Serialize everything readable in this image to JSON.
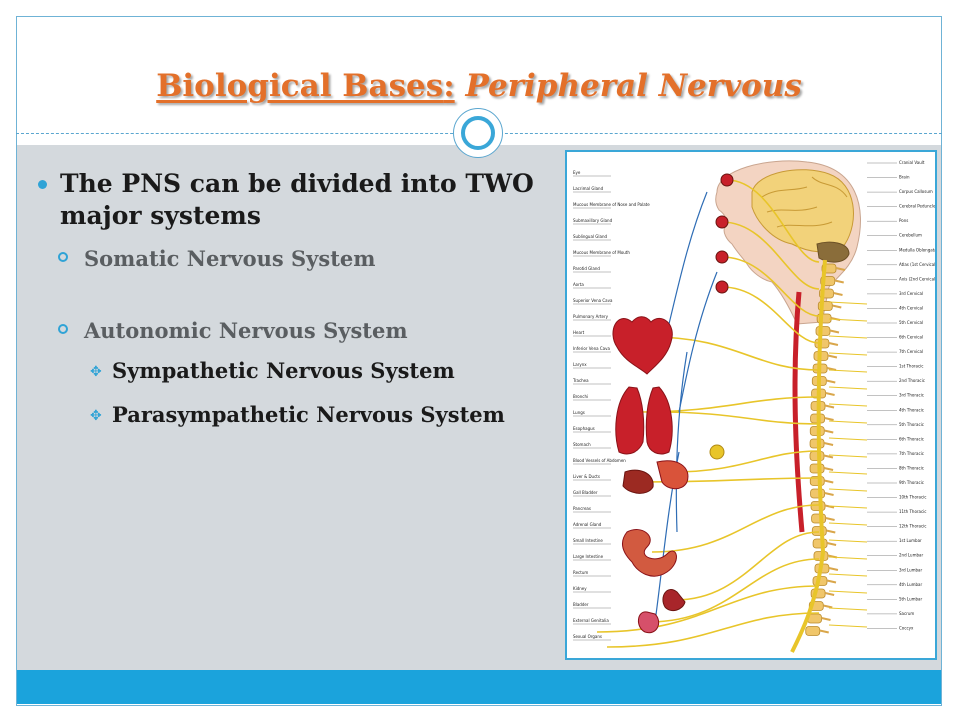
{
  "slide": {
    "title_part1": "Biological Bases",
    "title_colon": ":",
    "title_part2": " Peripheral Nervous"
  },
  "content": {
    "bullet1": "The PNS can be divided into TWO major systems",
    "sub1": "Somatic Nervous System",
    "sub2": "Autonomic Nervous System",
    "subsub1": "Sympathetic Nervous System",
    "subsub2": "Parasympathetic Nervous System"
  },
  "figure": {
    "left_labels": [
      "Eye",
      "Lacrimal Gland",
      "Mucous Membrane of Nose and Palate",
      "Submaxillary Gland",
      "Sublingual Gland",
      "Mucous Membrane of Mouth",
      "Parotid Gland",
      "Aorta",
      "Superior Vena Cava",
      "Pulmonary Artery",
      "Heart",
      "Inferior Vena Cava",
      "Larynx",
      "Trachea",
      "Bronchi",
      "Lungs",
      "Esophagus",
      "Stomach",
      "Blood Vessels of Abdomen",
      "Liver & Ducts",
      "Gall Bladder",
      "Pancreas",
      "Adrenal Gland",
      "Small Intestine",
      "Large Intestine",
      "Rectum",
      "Kidney",
      "Bladder",
      "External Genitalia",
      "Sexual Organs"
    ],
    "right_labels": [
      "Cranial Vault",
      "Brain",
      "Corpus Callosum",
      "Cerebral Peduncle",
      "Pons",
      "Cerebellum",
      "Medulla Oblongata",
      "Atlas (1st Cervical)",
      "Axis (2nd Cervical)",
      "3rd Cervical",
      "4th Cervical",
      "5th Cervical",
      "6th Cervical",
      "7th Cervical",
      "1st Thoracic",
      "2nd Thoracic",
      "3rd Thoracic",
      "4th Thoracic",
      "5th Thoracic",
      "6th Thoracic",
      "7th Thoracic",
      "8th Thoracic",
      "9th Thoracic",
      "10th Thoracic",
      "11th Thoracic",
      "12th Thoracic",
      "1st Lumbar",
      "2nd Lumbar",
      "3rd Lumbar",
      "4th Lumbar",
      "5th Lumbar",
      "Sacrum",
      "Coccyx"
    ]
  },
  "colors": {
    "title": "#e3702a",
    "accent": "#1ba3dc",
    "panel": "#d4d9dd",
    "nerve": "#e8c52a",
    "organ": "#c8202a",
    "vessel": "#2f6db5"
  }
}
